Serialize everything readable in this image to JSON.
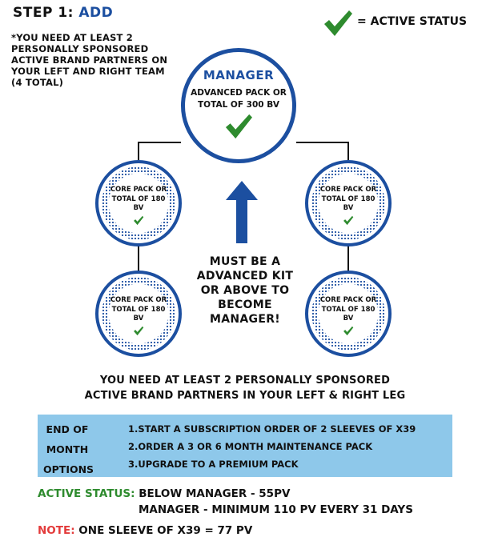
{
  "header": {
    "step_prefix": "STEP 1: ",
    "step_action": "ADD",
    "requirement_note": "*YOU NEED AT LEAST 2 PERSONALLY SPONSORED ACTIVE BRAND PARTNERS ON YOUR LEFT AND RIGHT TEAM (4 TOTAL)"
  },
  "legend": {
    "icon": "checkmark-icon",
    "text": "= ACTIVE STATUS"
  },
  "manager": {
    "title": "MANAGER",
    "subtitle": "ADVANCED PACK OR TOTAL OF 300 BV"
  },
  "partners": [
    {
      "label": "CORE PACK OR TOTAL OF 180 BV"
    },
    {
      "label": "CORE PACK OR TOTAL OF 180 BV"
    },
    {
      "label": "CORE PACK OR TOTAL OF 180 BV"
    },
    {
      "label": "CORE PACK OR TOTAL OF 180 BV"
    }
  ],
  "arrow_note": "MUST BE A ADVANCED KIT OR ABOVE TO BECOME MANAGER!",
  "requirement_banner": {
    "line1": "YOU NEED AT LEAST 2 PERSONALLY SPONSORED",
    "line2": "ACTIVE BRAND PARTNERS IN YOUR LEFT & RIGHT LEG"
  },
  "options": {
    "label_lines": [
      "END OF",
      "MONTH",
      "OPTIONS"
    ],
    "items": [
      "1.START A SUBSCRIPTION ORDER OF 2 SLEEVES OF X39",
      "2.ORDER A 3 OR 6 MONTH MAINTENANCE PACK",
      "3.UPGRADE TO A PREMIUM PACK"
    ]
  },
  "active_status": {
    "label": "ACTIVE STATUS:",
    "line1": " BELOW MANAGER - 55PV",
    "line2": "MANAGER - MINIMUM 110 PV EVERY 31 DAYS"
  },
  "note": {
    "label": "NOTE:",
    "text": " ONE SLEEVE OF X39 = 77 PV"
  },
  "colors": {
    "brand_blue": "#1c4fa0",
    "check_green": "#2e8b2e",
    "options_bg": "#8ec8ea",
    "note_red": "#e33b3b"
  }
}
